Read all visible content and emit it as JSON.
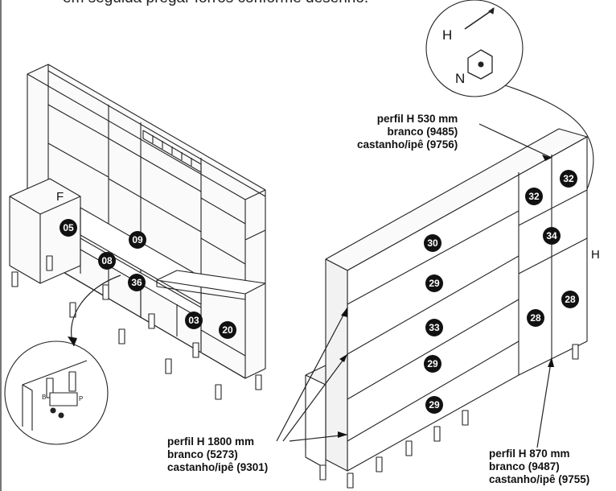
{
  "intro_text": "em seguida pregar forros conforme desenho.",
  "detail_letters": {
    "nail": "H",
    "plate": "N",
    "side": "H",
    "foot": "F"
  },
  "callouts": {
    "top": {
      "line1": "perfil H 530 mm",
      "line2": "branco (9485)",
      "line3": "castanho/ipê (9756)"
    },
    "left": {
      "line1": "perfil H 1800 mm",
      "line2": "branco (5273)",
      "line3": "castanho/ipê (9301)"
    },
    "right": {
      "line1": "perfil H 870 mm",
      "line2": "branco (9487)",
      "line3": "castanho/ipê (9755)"
    }
  },
  "parts_left": [
    "05",
    "08",
    "09",
    "36",
    "03",
    "20"
  ],
  "parts_right": [
    "30",
    "29",
    "33",
    "29",
    "29",
    "32",
    "32",
    "34",
    "28",
    "28"
  ],
  "small_detail_marks": [
    "B",
    "P"
  ]
}
